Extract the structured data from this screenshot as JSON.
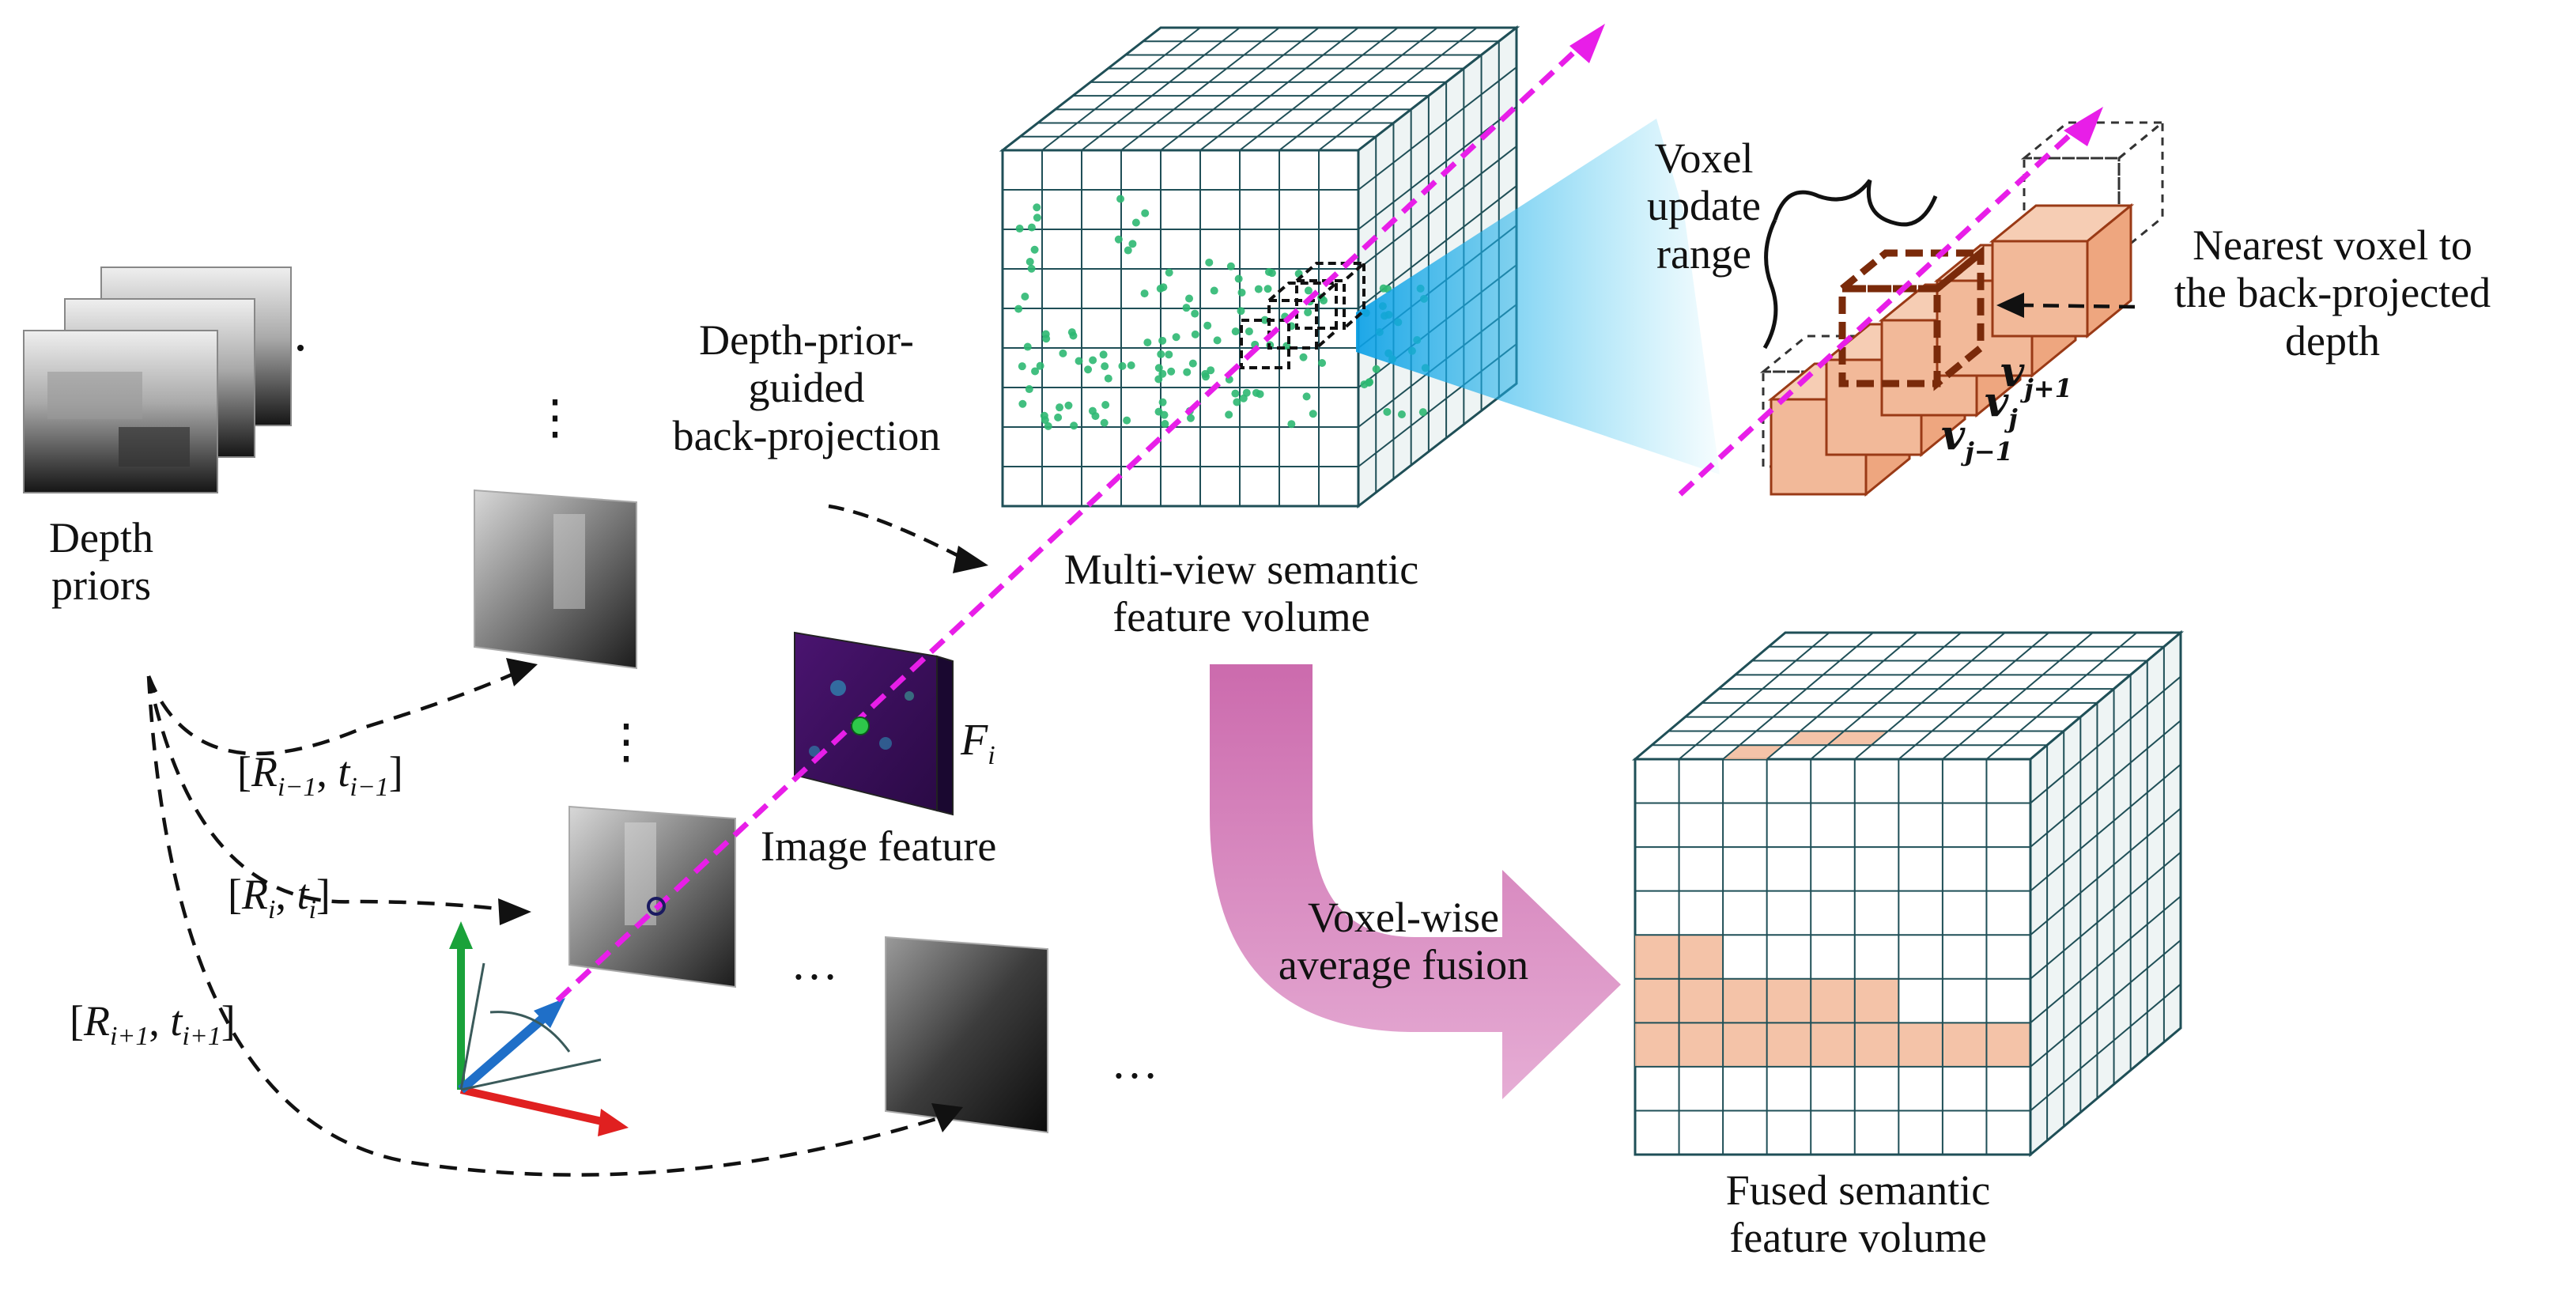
{
  "labels": {
    "depth_priors": [
      "Depth",
      "priors"
    ],
    "depth_prior_guided": [
      "Depth-prior-",
      "guided",
      "back-projection"
    ],
    "multi_view_volume": [
      "Multi-view semantic",
      "feature volume"
    ],
    "voxel_update_range": [
      "Voxel",
      "update",
      "range"
    ],
    "nearest_voxel": [
      "Nearest voxel to",
      "the back-projected",
      "depth"
    ],
    "image_feature": "Image feature",
    "feature_symbol": "F",
    "feature_symbol_sub": "i",
    "voxel_wise_fusion": [
      "Voxel-wise",
      "average fusion"
    ],
    "fused_volume": [
      "Fused semantic",
      "feature volume"
    ],
    "ellipsis_vertical": "⋮",
    "ellipsis_horizontal": "…"
  },
  "poses": [
    {
      "R": "R",
      "R_sub": "i−1",
      "t": "t",
      "t_sub": "i−1"
    },
    {
      "R": "R",
      "R_sub": "i",
      "t": "t",
      "t_sub": "i"
    },
    {
      "R": "R",
      "R_sub": "i+1",
      "t": "t",
      "t_sub": "i+1"
    }
  ],
  "voxel_symbols": [
    {
      "base": "v",
      "sub": "j+1"
    },
    {
      "base": "v",
      "sub": "j"
    },
    {
      "base": "v",
      "sub": "j−1"
    }
  ],
  "colors": {
    "ray": "#e81ee8",
    "grid_line": "#1f4f57",
    "voxel_orange": "#f2b999",
    "voxel_orange_edge": "#9a3a16",
    "fusion_arrow": "#d27ab8",
    "beam": "#1fb7e8",
    "point_green": "#2eb872",
    "axis_green": "#1aa23a",
    "axis_red": "#e02020",
    "axis_blue": "#1f6fc8",
    "feature_map": "#3b0f5c"
  },
  "icons": [
    "ray-arrow",
    "cube-grid",
    "camera-axes"
  ]
}
